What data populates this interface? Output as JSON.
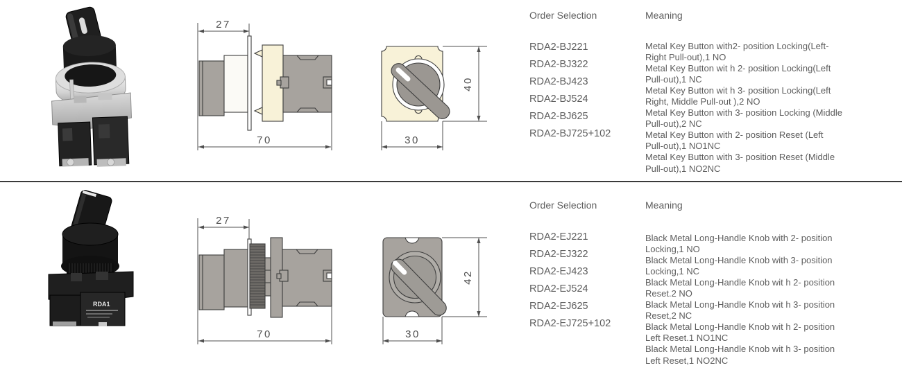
{
  "page": {
    "background": "#ffffff",
    "divider_color": "#3a3a3a",
    "text_color": "#5d5d5d",
    "drawing_gray": "#a7a39e",
    "drawing_cream": "#f8f2d8",
    "drawing_outline": "#3d3d3d"
  },
  "rows": [
    {
      "drawings": {
        "side_top_dim": "27",
        "side_total_dim": "70",
        "front_width_dim": "30",
        "front_height_dim": "40"
      },
      "table": {
        "order_header": "Order Selection",
        "meaning_header": "Meaning",
        "parts": [
          "RDA2-BJ221",
          "RDA2-BJ322",
          "RDA2-BJ423",
          "RDA2-BJ524",
          "RDA2-BJ625",
          "RDA2-BJ725+102"
        ],
        "meaning_lines": [
          "Metal Key Button with2- position Locking(Left-",
          "Right Pull-out),1 NO",
          "Metal Key Button wit h 2- position Locking(Left",
          "Pull-out),1 NC",
          "Metal Key Button wit h 3- position Locking(Left",
          "Right, Middle Pull-out ),2 NO",
          "Metal Key Button with 3- position Locking (Middle",
          "Pull-out),2 NC",
          "Metal Key Button with 2- position Reset (Left",
          "Pull-out),1 NO1NC",
          "Metal Key Button with 3- position Reset (Middle",
          "Pull-out),1 NO2NC"
        ]
      }
    },
    {
      "photo": {
        "block_label": "RDA1"
      },
      "drawings": {
        "side_top_dim": "27",
        "side_total_dim": "70",
        "front_width_dim": "30",
        "front_height_dim": "42"
      },
      "table": {
        "order_header": "Order Selection",
        "meaning_header": "Meaning",
        "parts": [
          "RDA2-EJ221",
          "RDA2-EJ322",
          "RDA2-EJ423",
          "RDA2-EJ524",
          "RDA2-EJ625",
          "RDA2-EJ725+102"
        ],
        "meaning_lines": [
          "Black Metal Long-Handle Knob with 2- position",
          "Locking,1 NO",
          "Black Metal Long-Handle Knob with 3- position",
          "Locking,1 NC",
          "Black Metal Long-Handle Knob wit h 2- position",
          "Reset.2 NO",
          "Black Metal Long-Handle Knob wit h 3- position",
          "Reset,2 NC",
          "Black Metal Long-Handle Knob wit h 2- position",
          "Left Reset.1 NO1NC",
          "Black Metal Long-Handle Knob wit h 3- position",
          "Left Reset,1 NO2NC"
        ]
      }
    }
  ]
}
